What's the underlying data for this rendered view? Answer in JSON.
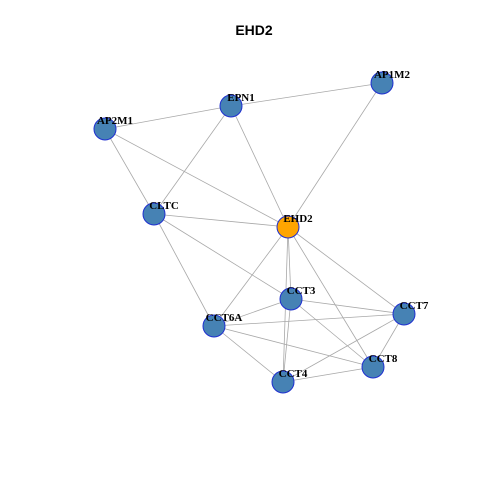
{
  "title": "EHD2",
  "colors": {
    "node_default": "#4682b4",
    "node_focus": "#ffa500",
    "node_border": "#1f2fd0",
    "edge": "#a8a8a8"
  },
  "focus": "EHD2",
  "nodes": [
    "AP1M2",
    "EPN1",
    "AP2M1",
    "CLTC",
    "EHD2",
    "CCT3",
    "CCT7",
    "CCT6A",
    "CCT8",
    "CCT4"
  ],
  "edges": [
    [
      "AP2M1",
      "EPN1"
    ],
    [
      "EPN1",
      "AP1M2"
    ],
    [
      "AP2M1",
      "CLTC"
    ],
    [
      "AP2M1",
      "EHD2"
    ],
    [
      "EPN1",
      "CLTC"
    ],
    [
      "EPN1",
      "EHD2"
    ],
    [
      "AP1M2",
      "EHD2"
    ],
    [
      "CLTC",
      "EHD2"
    ],
    [
      "CLTC",
      "CCT3"
    ],
    [
      "CLTC",
      "CCT6A"
    ],
    [
      "EHD2",
      "CCT3"
    ],
    [
      "EHD2",
      "CCT6A"
    ],
    [
      "EHD2",
      "CCT7"
    ],
    [
      "EHD2",
      "CCT8"
    ],
    [
      "EHD2",
      "CCT4"
    ],
    [
      "CCT3",
      "CCT6A"
    ],
    [
      "CCT3",
      "CCT7"
    ],
    [
      "CCT3",
      "CCT8"
    ],
    [
      "CCT3",
      "CCT4"
    ],
    [
      "CCT6A",
      "CCT7"
    ],
    [
      "CCT6A",
      "CCT8"
    ],
    [
      "CCT6A",
      "CCT4"
    ],
    [
      "CCT7",
      "CCT8"
    ],
    [
      "CCT7",
      "CCT4"
    ],
    [
      "CCT8",
      "CCT4"
    ]
  ]
}
